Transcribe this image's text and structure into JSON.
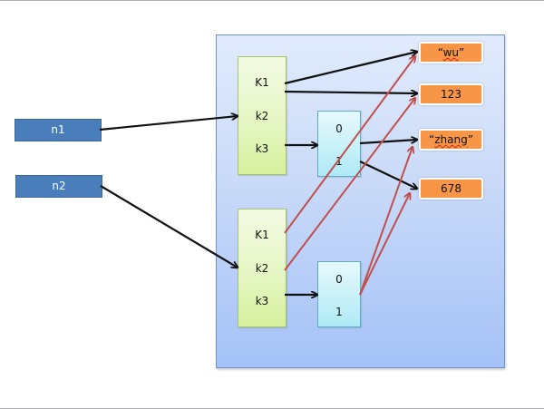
{
  "diagram": {
    "variables": [
      {
        "id": "n1",
        "label": "n1"
      },
      {
        "id": "n2",
        "label": "n2"
      }
    ],
    "dicts": [
      {
        "id": "dict1",
        "keys": [
          "K1",
          "k2",
          "k3"
        ]
      },
      {
        "id": "dict2",
        "keys": [
          "K1",
          "k2",
          "k3"
        ]
      }
    ],
    "lists": [
      {
        "id": "list1",
        "indices": [
          "0",
          "1"
        ]
      },
      {
        "id": "list2",
        "indices": [
          "0",
          "1"
        ]
      }
    ],
    "values": [
      {
        "id": "v-wu",
        "label": "wu",
        "quoted": true
      },
      {
        "id": "v-123",
        "label": "123",
        "quoted": false
      },
      {
        "id": "v-zhang",
        "label": "zhang",
        "quoted": true
      },
      {
        "id": "v-678",
        "label": "678",
        "quoted": false
      }
    ],
    "quote_open": "“",
    "quote_close": "”",
    "edges": [
      {
        "from": "n1",
        "to": "dict1",
        "color": "black"
      },
      {
        "from": "n2",
        "to": "dict2",
        "color": "black"
      },
      {
        "from": "dict1.K1",
        "to": "v-wu",
        "color": "black"
      },
      {
        "from": "dict1.k2",
        "to": "v-123",
        "color": "black"
      },
      {
        "from": "dict1.k3",
        "to": "list1",
        "color": "black"
      },
      {
        "from": "list1.0",
        "to": "v-zhang",
        "color": "black"
      },
      {
        "from": "list1.1",
        "to": "v-678",
        "color": "black"
      },
      {
        "from": "dict2.K1",
        "to": "v-wu",
        "color": "red"
      },
      {
        "from": "dict2.k2",
        "to": "v-123",
        "color": "red"
      },
      {
        "from": "dict2.k3",
        "to": "list2",
        "color": "black"
      },
      {
        "from": "list2.0",
        "to": "v-zhang",
        "color": "red"
      },
      {
        "from": "list2.1",
        "to": "v-678",
        "color": "red"
      }
    ],
    "colors": {
      "variable": "#4a7ebb",
      "dict": "#e4f6c0",
      "list": "#c6f0f8",
      "value": "#f79646",
      "heap": "#c9daf8",
      "edge_black": "#111111",
      "edge_red": "#c0504d"
    }
  }
}
